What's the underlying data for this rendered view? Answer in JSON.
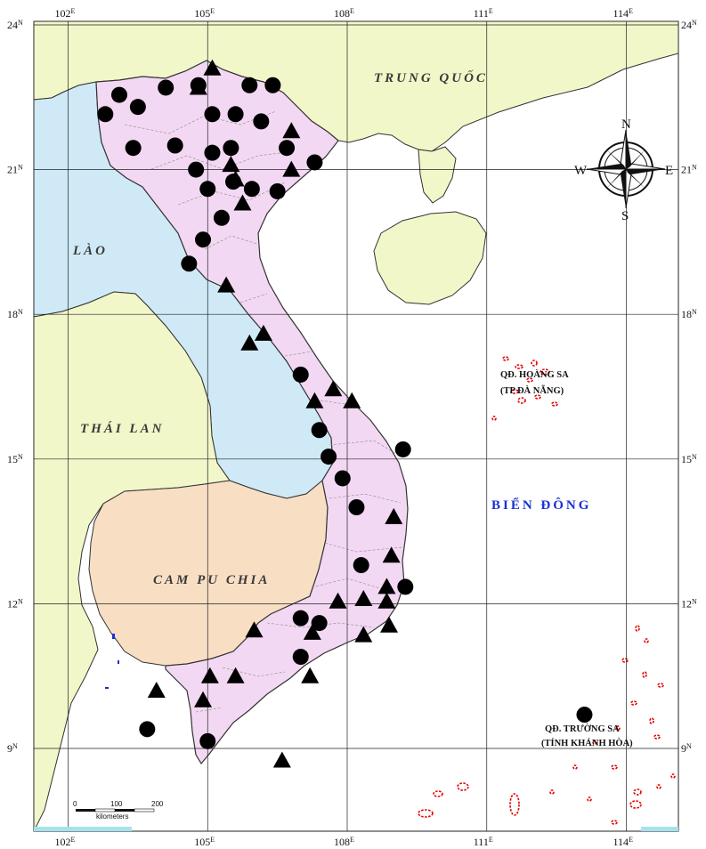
{
  "map": {
    "countries": {
      "china": "TRUNG QUỐC",
      "laos": "LÀO",
      "thailand": "THÁI LAN",
      "cambodia": "CAM PU CHIA"
    },
    "sea": "BIỂN ĐÔNG",
    "islands": {
      "hoang_sa_name": "QĐ. HOÀNG SA",
      "hoang_sa_admin": "(TP ĐÀ NẴNG)",
      "truong_sa_name": "QĐ. TRƯỜNG SA",
      "truong_sa_admin": "(TỈNH KHÁNH HÒA)"
    },
    "compass": {
      "n": "N",
      "e": "E",
      "s": "S",
      "w": "W"
    },
    "scale_bar": {
      "ticks": [
        "0",
        "100",
        "200"
      ],
      "unit": "kilometers"
    },
    "colors": {
      "vietnam": "#f3d8f3",
      "china": "#f2f7c9",
      "laos": "#cfeaf6",
      "thailand": "#f2f7c9",
      "cambodia": "#f8dfc4",
      "sea": "#ffffff",
      "islands": "#e60000"
    },
    "grid": {
      "lon": [
        {
          "deg": 102,
          "lbl": "102",
          "unit": "E"
        },
        {
          "deg": 105,
          "lbl": "105",
          "unit": "E"
        },
        {
          "deg": 108,
          "lbl": "108",
          "unit": "E"
        },
        {
          "deg": 111,
          "lbl": "111",
          "unit": "E"
        },
        {
          "deg": 114,
          "lbl": "114",
          "unit": "E"
        }
      ],
      "lat": [
        {
          "deg": 24,
          "lbl": "24",
          "unit": "N"
        },
        {
          "deg": 21,
          "lbl": "21",
          "unit": "N"
        },
        {
          "deg": 18,
          "lbl": "18",
          "unit": "N"
        },
        {
          "deg": 15,
          "lbl": "15",
          "unit": "N"
        },
        {
          "deg": 12,
          "lbl": "12",
          "unit": "N"
        },
        {
          "deg": 9,
          "lbl": "9",
          "unit": "N"
        }
      ]
    },
    "stations_circle": [
      [
        103.1,
        22.55
      ],
      [
        102.8,
        22.15
      ],
      [
        103.5,
        22.3
      ],
      [
        104.1,
        22.7
      ],
      [
        104.8,
        22.75
      ],
      [
        105.9,
        22.75
      ],
      [
        106.4,
        22.75
      ],
      [
        103.4,
        21.45
      ],
      [
        104.3,
        21.5
      ],
      [
        104.75,
        21.0
      ],
      [
        105.1,
        21.35
      ],
      [
        105.5,
        21.45
      ],
      [
        105.6,
        22.15
      ],
      [
        105.1,
        22.15
      ],
      [
        106.15,
        22.0
      ],
      [
        106.7,
        21.45
      ],
      [
        107.3,
        21.15
      ],
      [
        106.5,
        20.55
      ],
      [
        105.95,
        20.6
      ],
      [
        105.55,
        20.75
      ],
      [
        105.0,
        20.6
      ],
      [
        105.3,
        20.0
      ],
      [
        104.9,
        19.55
      ],
      [
        104.6,
        19.05
      ],
      [
        107.0,
        16.75
      ],
      [
        107.4,
        15.6
      ],
      [
        107.6,
        15.05
      ],
      [
        107.9,
        14.6
      ],
      [
        108.2,
        14.0
      ],
      [
        109.2,
        15.2
      ],
      [
        108.3,
        12.8
      ],
      [
        109.25,
        12.35
      ],
      [
        107.0,
        11.7
      ],
      [
        107.4,
        11.6
      ],
      [
        107.0,
        10.9
      ],
      [
        103.7,
        9.4
      ],
      [
        105.0,
        9.15
      ],
      [
        113.1,
        9.7
      ]
    ],
    "stations_triangle": [
      [
        105.1,
        23.1
      ],
      [
        104.8,
        22.7
      ],
      [
        106.8,
        21.8
      ],
      [
        105.5,
        21.1
      ],
      [
        105.6,
        20.8
      ],
      [
        106.8,
        21.0
      ],
      [
        105.75,
        20.3
      ],
      [
        105.4,
        18.6
      ],
      [
        106.2,
        17.6
      ],
      [
        105.9,
        17.4
      ],
      [
        107.7,
        16.45
      ],
      [
        107.3,
        16.2
      ],
      [
        108.1,
        16.2
      ],
      [
        109.0,
        13.8
      ],
      [
        108.95,
        13.0
      ],
      [
        108.85,
        12.35
      ],
      [
        108.85,
        12.05
      ],
      [
        108.35,
        12.1
      ],
      [
        107.8,
        12.05
      ],
      [
        108.35,
        11.35
      ],
      [
        108.9,
        11.55
      ],
      [
        107.25,
        11.4
      ],
      [
        106.0,
        11.45
      ],
      [
        105.05,
        10.5
      ],
      [
        105.6,
        10.5
      ],
      [
        107.2,
        10.5
      ],
      [
        104.9,
        10.0
      ],
      [
        103.9,
        10.2
      ],
      [
        106.6,
        8.75
      ]
    ]
  }
}
